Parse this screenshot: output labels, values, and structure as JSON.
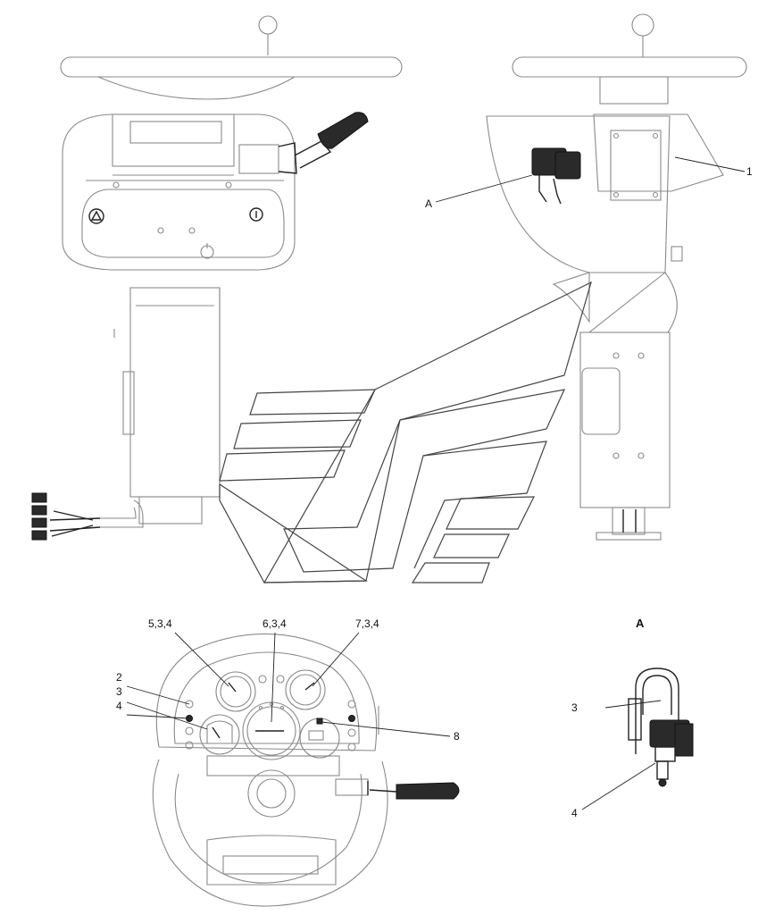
{
  "callouts": {
    "part_1": "1",
    "view_a": "A",
    "part_5_3_4": "5,3,4",
    "part_6_3_4": "6,3,4",
    "part_7_3_4": "7,3,4",
    "part_2": "2",
    "part_3": "3",
    "part_4": "4",
    "part_8": "8",
    "detail_title": "A",
    "detail_part_3": "3",
    "detail_part_4": "4"
  }
}
